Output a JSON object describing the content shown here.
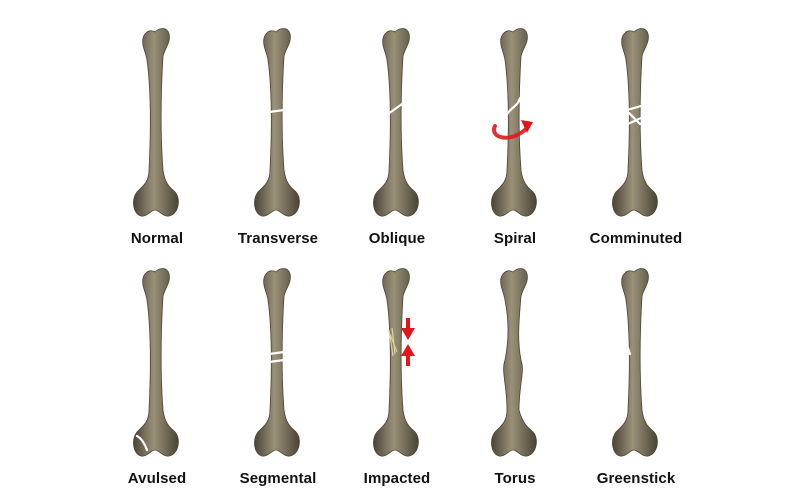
{
  "colors": {
    "bone_fill": "#6f6754",
    "bone_shadow": "#4a4436",
    "bone_highlight": "#9a9178",
    "fracture": "#ffffff",
    "arrow": "#e3161d",
    "label": "#111111"
  },
  "fracture_types": [
    {
      "label": "Normal",
      "fracture": "none"
    },
    {
      "label": "Transverse",
      "fracture": "transverse"
    },
    {
      "label": "Oblique",
      "fracture": "oblique"
    },
    {
      "label": "Spiral",
      "fracture": "spiral"
    },
    {
      "label": "Comminuted",
      "fracture": "comminuted"
    },
    {
      "label": "Avulsed",
      "fracture": "avulsed"
    },
    {
      "label": "Segmental",
      "fracture": "segmental"
    },
    {
      "label": "Impacted",
      "fracture": "impacted"
    },
    {
      "label": "Torus",
      "fracture": "torus"
    },
    {
      "label": "Greenstick",
      "fracture": "greenstick"
    }
  ]
}
